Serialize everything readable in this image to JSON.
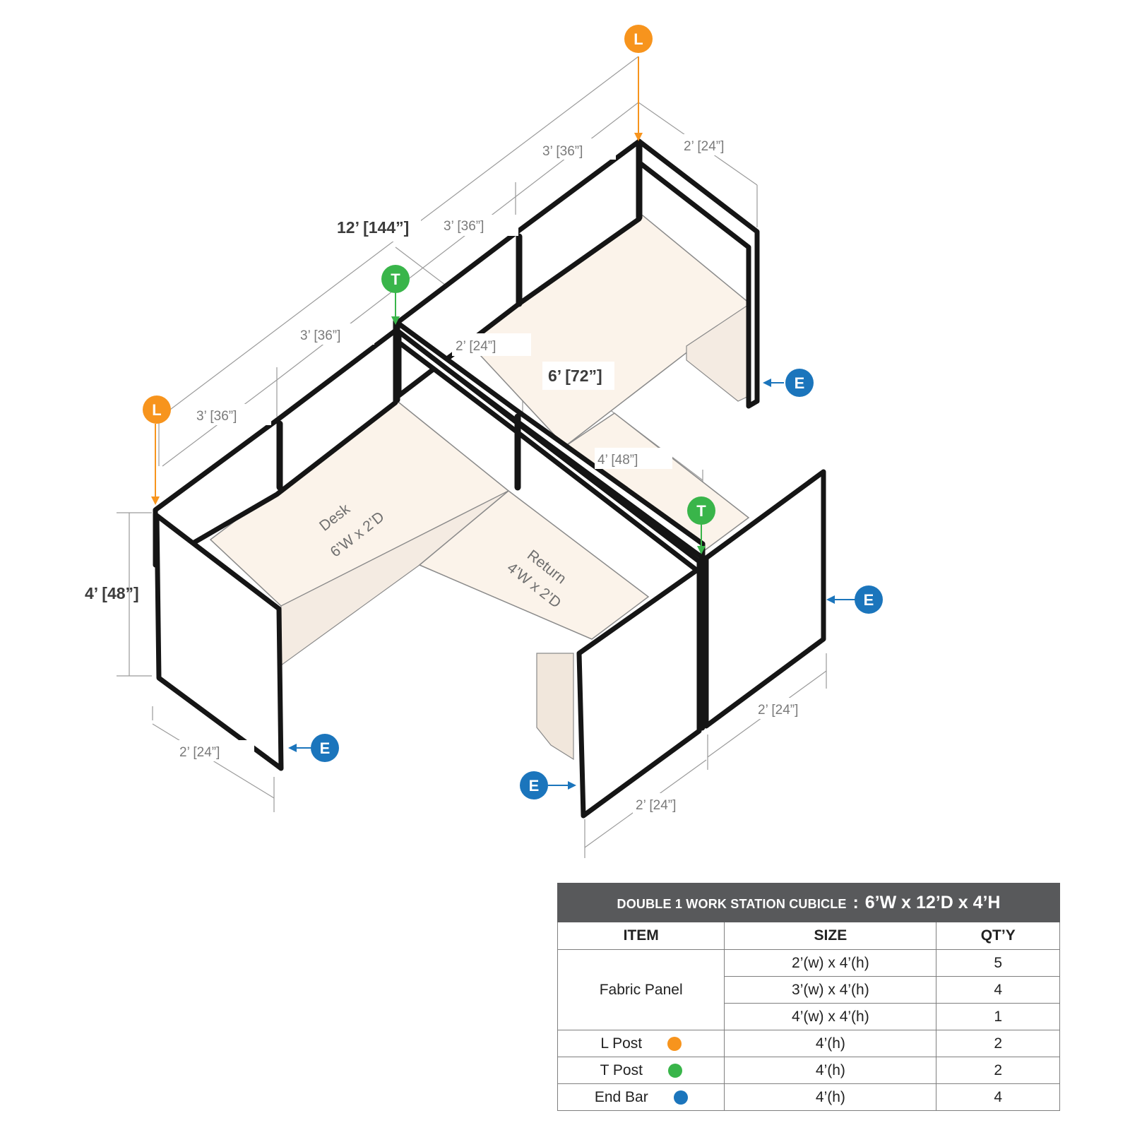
{
  "colors": {
    "l_post": "#f7941d",
    "t_post": "#39b54a",
    "end_bar": "#1b75bc",
    "table_header": "#58595b",
    "worksurface": "#fbf3ea"
  },
  "diagram": {
    "markers": {
      "l": "L",
      "t": "T",
      "e": "E"
    },
    "dimensions": {
      "overall_length": "12’ [144”]",
      "seg_top_36": "3’ [36”]",
      "seg_mid_36": "3’ [36”]",
      "seg_low_36": "3’ [36”]",
      "seg_bottom_36": "3’ [36”]",
      "top_right_24": "2’ [24”]",
      "spine_24": "2’ [24”]",
      "overall_width": "6’ [72”]",
      "return_48": "4’ [48”]",
      "height": "4’ [48”]",
      "left_end_24": "2’ [24”]",
      "right_end_24": "2’ [24”]",
      "front_end_24": "2’ [24”]"
    },
    "surfaces": {
      "desk_name": "Desk",
      "desk_size": "6’W x 2’D",
      "return_name": "Return",
      "return_size": "4’W x 2’D"
    }
  },
  "table": {
    "title_prefix": "DOUBLE 1 WORK STATION  CUBICLE",
    "title_sep": ":",
    "title_size": "6’W x 12’D x 4’H",
    "headers": {
      "item": "ITEM",
      "size": "SIZE",
      "qty": "QT’Y"
    },
    "fabric_panel": {
      "label": "Fabric Panel",
      "rows": [
        {
          "size": "2’(w) x 4’(h)",
          "qty": "5"
        },
        {
          "size": "3’(w) x 4’(h)",
          "qty": "4"
        },
        {
          "size": "4’(w) x 4’(h)",
          "qty": "1"
        }
      ]
    },
    "posts": [
      {
        "label": "L Post",
        "color_key": "l_post",
        "size": "4’(h)",
        "qty": "2"
      },
      {
        "label": "T Post",
        "color_key": "t_post",
        "size": "4’(h)",
        "qty": "2"
      },
      {
        "label": "End Bar",
        "color_key": "end_bar",
        "size": "4’(h)",
        "qty": "4"
      }
    ]
  }
}
